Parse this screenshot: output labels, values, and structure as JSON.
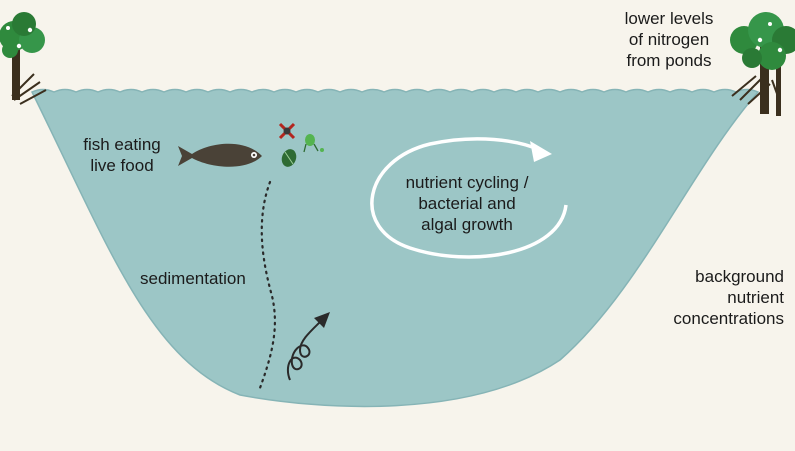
{
  "labels": {
    "nitrogen_line1": "lower levels",
    "nitrogen_line2": "of nitrogen",
    "nitrogen_line3": "from ponds",
    "fish_line1": "fish eating",
    "fish_line2": "live food",
    "cycling_line1": "nutrient cycling /",
    "cycling_line2": "bacterial and",
    "cycling_line3": "algal growth",
    "sedimentation": "sedimentation",
    "background_line1": "background",
    "background_line2": "nutrient",
    "background_line3": "concentrations"
  },
  "icons": [
    "tree-icon",
    "fish-icon",
    "plankton-icon",
    "cycle-arrow-icon",
    "sediment-dots-icon",
    "curly-arrow-icon"
  ],
  "colors": {
    "water": "#9cc6c6",
    "water_edge": "#86b4b6",
    "ground": "#f7f4ec",
    "tree_green": "#2f8a3d",
    "trunk": "#3b2f1e",
    "fish": "#4a4237",
    "text": "#1b1b1b"
  }
}
